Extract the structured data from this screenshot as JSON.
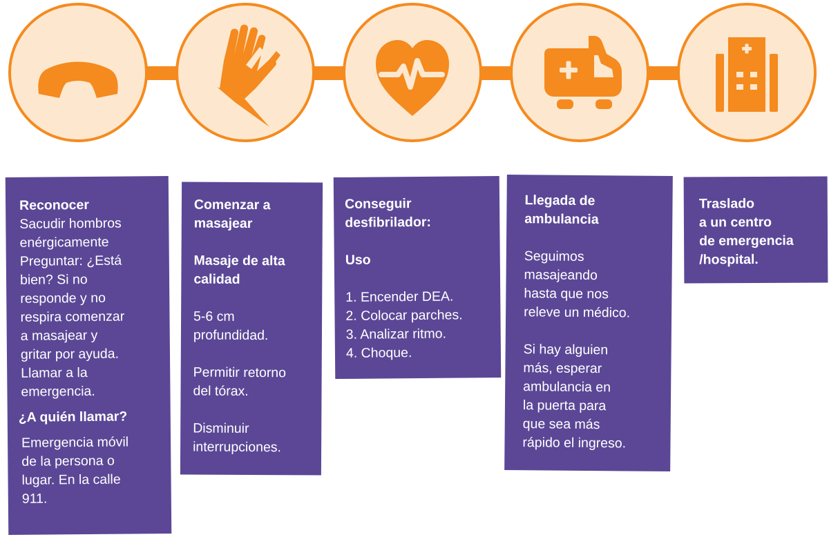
{
  "colors": {
    "orange": "#f58a1f",
    "circle_fill": "#fde8cf",
    "card": "#5b4796",
    "text": "#ffffff"
  },
  "steps": [
    {
      "icon": "phone-icon",
      "title": "Reconocer",
      "body": [
        "Sacudir hombros",
        "enérgicamente",
        "Preguntar: ¿Está",
        "bien? Si no",
        "responde y no",
        "respira comenzar",
        "a masajear y",
        "gritar por ayuda.",
        "Llamar a la",
        "emergencia."
      ],
      "subtitle": "¿A quién llamar?",
      "subbody": [
        "Emergencia móvil",
        "de la persona o",
        "lugar. En la calle",
        "911."
      ]
    },
    {
      "icon": "hands-icon",
      "title": [
        "Comenzar a",
        "masajear"
      ],
      "subtitle": [
        "Masaje de alta",
        "calidad"
      ],
      "para1": [
        "5-6 cm",
        "profundidad."
      ],
      "para2": [
        "Permitir retorno",
        "del tórax."
      ],
      "para3": [
        "Disminuir",
        "interrupciones."
      ]
    },
    {
      "icon": "heart-pulse-icon",
      "title": [
        "Conseguir",
        "desfibrilador:"
      ],
      "subtitle": "Uso",
      "items": [
        "1. Encender DEA.",
        "2. Colocar parches.",
        "3. Analizar ritmo.",
        "4. Choque."
      ]
    },
    {
      "icon": "ambulance-icon",
      "title": [
        "Llegada de",
        "ambulancia"
      ],
      "para1": [
        "Seguimos",
        "masajeando",
        "hasta que nos",
        "releve un médico."
      ],
      "para2": [
        "Si hay alguien",
        "más, esperar",
        "ambulancia en",
        "la puerta para",
        "que sea más",
        "rápido el ingreso."
      ]
    },
    {
      "icon": "hospital-icon",
      "title": [
        "Traslado",
        "a un centro",
        "de emergencia",
        "/hospital."
      ]
    }
  ]
}
